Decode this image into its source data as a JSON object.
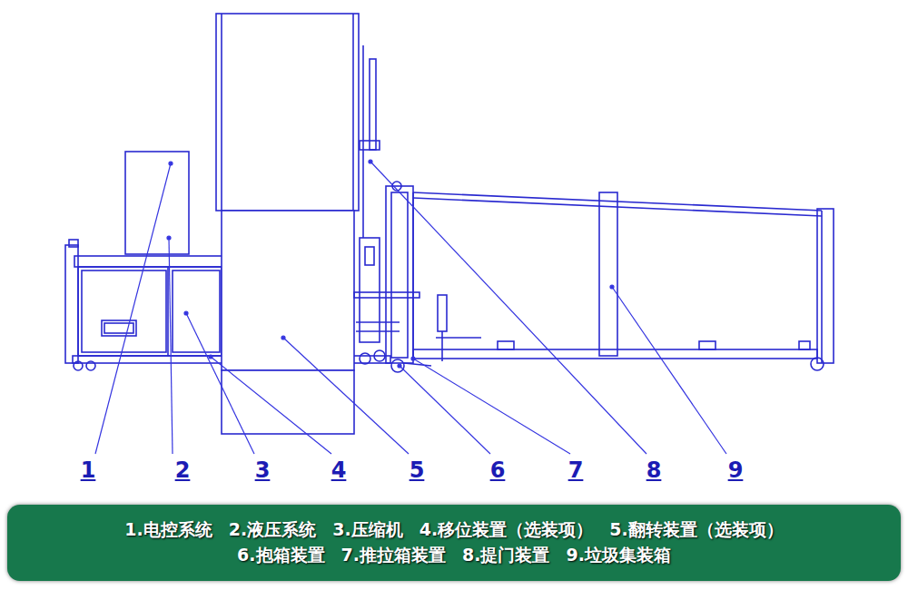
{
  "diagram": {
    "nodes": [
      {
        "text": [
          "1.电控系统",
          "2.液压系统",
          "3.压缩机",
          "4.移位装置（选装项）",
          "5.翻转装置（选装项）",
          "6.抱箱装置",
          "7.推拉箱装置",
          "8.提门装置",
          "9.垃圾集装箱"
        ]
      }
    ],
    "labels": [
      "1",
      "2",
      "3",
      "4",
      "5",
      "6",
      "7",
      "8",
      "9"
    ]
  }
}
